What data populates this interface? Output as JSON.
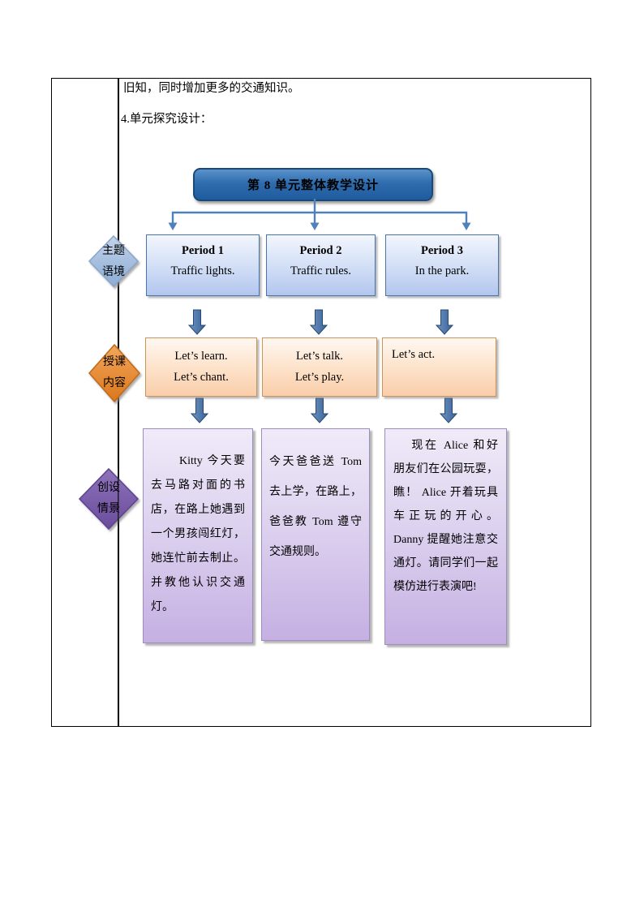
{
  "document": {
    "intro_text": "旧知，同时增加更多的交通知识。",
    "section_label": "4.单元探究设计："
  },
  "diagram": {
    "title": "第 8 单元整体教学设计",
    "diamonds": {
      "theme": "主题\n语境",
      "teaching": "授课\n内容",
      "scene": "创设\n情景"
    },
    "periods": [
      {
        "heading": "Period 1",
        "subtitle": "Traffic  lights."
      },
      {
        "heading": "Period 2",
        "subtitle": "Traffic  rules."
      },
      {
        "heading": "Period 3",
        "subtitle": "In the park."
      }
    ],
    "contents": [
      {
        "lines": "Let’s learn.\nLet’s chant."
      },
      {
        "lines": "Let’s talk.\nLet’s play."
      },
      {
        "lines": "Let’s act."
      }
    ],
    "scenes": [
      {
        "text": "Kitty 今天要去马路对面的书店，在路上她遇到一个男孩闯红灯，她连忙前去制止。并教他认识交通灯。"
      },
      {
        "text": "今天爸爸送 Tom 去上学，在路上，爸爸教 Tom 遵守交通规则。"
      },
      {
        "text": "现在 Alice 和好朋友们在公园玩耍，瞧！ Alice 开着玩具车正玩的开心。Danny 提醒她注意交通灯。请同学们一起模仿进行表演吧!"
      }
    ],
    "colors": {
      "connector_blue": "#4f81bd",
      "title_fill": "#2f6cae",
      "period_box_border": "#4a74ae",
      "content_box_border": "#cf9257",
      "scene_box_border": "#9f8cbf",
      "theme_diamond_fill": "#9db9dd",
      "teaching_diamond_fill": "#e8913a",
      "scene_diamond_fill": "#7d5fae"
    }
  }
}
